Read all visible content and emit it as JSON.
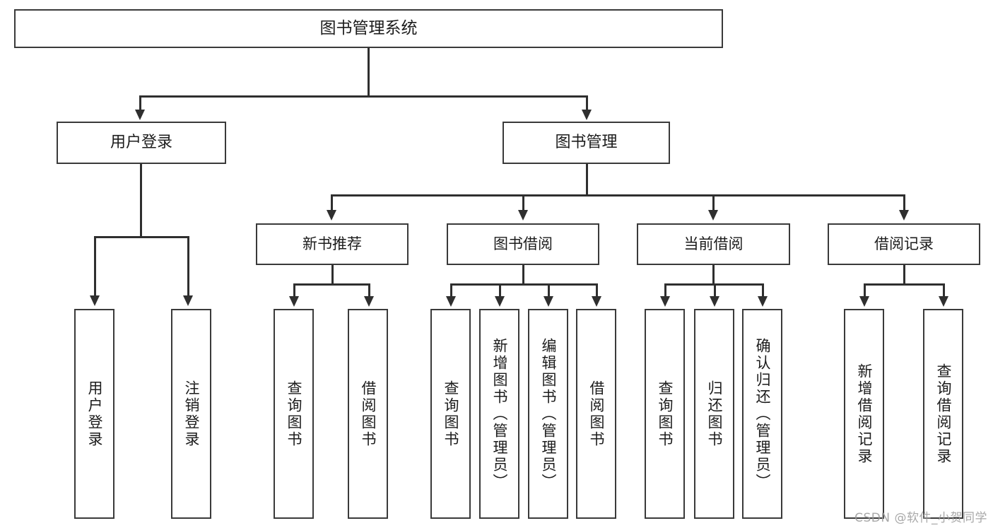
{
  "diagram": {
    "title": "图书管理系统",
    "type": "tree-hierarchy-diagram",
    "watermark": "CSDN @软件_小贺同学",
    "root": {
      "label": "图书管理系统"
    },
    "level2": [
      {
        "label": "用户登录"
      },
      {
        "label": "图书管理"
      }
    ],
    "level3": [
      {
        "label": "新书推荐"
      },
      {
        "label": "图书借阅"
      },
      {
        "label": "当前借阅"
      },
      {
        "label": "借阅记录"
      }
    ],
    "leaves": {
      "user_login": [
        {
          "label": "用户登录"
        },
        {
          "label": "注销登录"
        }
      ],
      "new_book_recommend": [
        {
          "label": "查询图书"
        },
        {
          "label": "借阅图书"
        }
      ],
      "book_borrow": [
        {
          "label": "查询图书"
        },
        {
          "label": "新增图书（管理员）"
        },
        {
          "label": "编辑图书（管理员）"
        },
        {
          "label": "借阅图书"
        }
      ],
      "current_borrow": [
        {
          "label": "查询图书"
        },
        {
          "label": "归还图书"
        },
        {
          "label": "确认归还（管理员）"
        }
      ],
      "borrow_record": [
        {
          "label": "新增借阅记录"
        },
        {
          "label": "查询借阅记录"
        }
      ]
    },
    "colors": {
      "border": "#3a3a3a",
      "line": "#2f2f2f",
      "background": "#ffffff",
      "text": "#1c1c1c",
      "watermark": "#9a9a9a"
    }
  }
}
